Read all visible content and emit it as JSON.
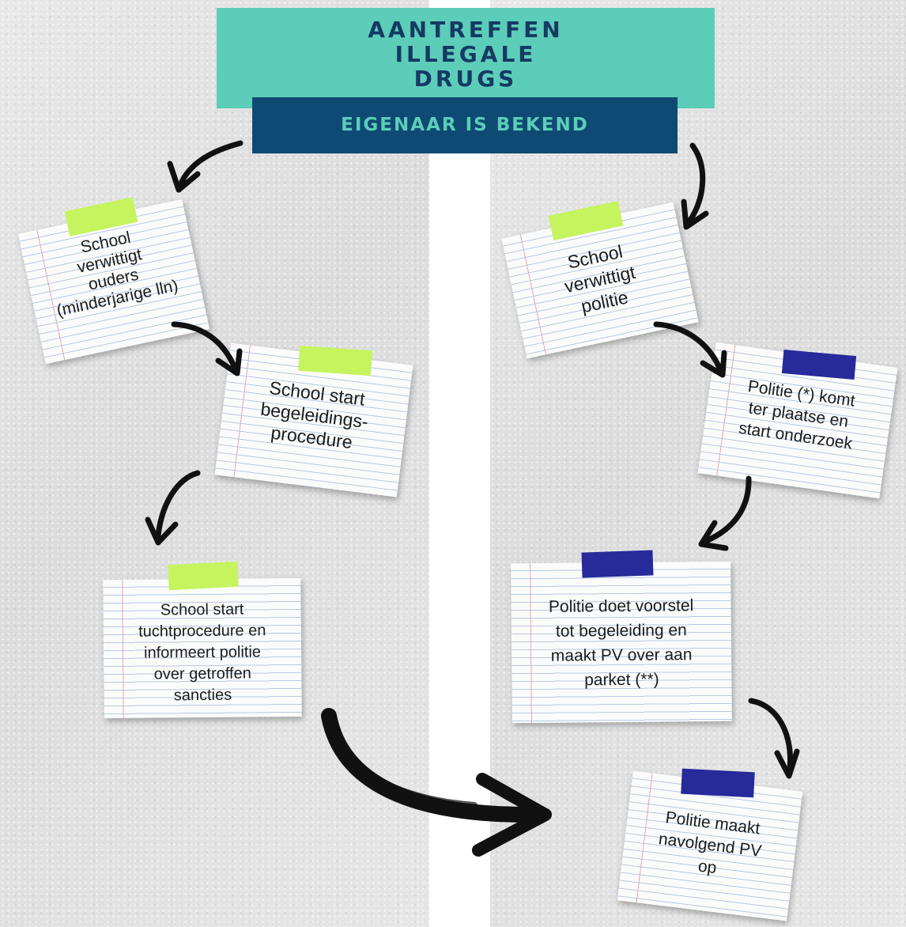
{
  "title": {
    "lines": [
      "AANTREFFEN",
      "ILLEGALE",
      "DRUGS"
    ]
  },
  "subtitle": "EIGENAAR IS BEKEND",
  "colors": {
    "title_bg": "#5ccdb9",
    "title_text": "#153a63",
    "subtitle_bg": "#0e4a73",
    "subtitle_text": "#5ccdb9",
    "tape_green": "#c5f45f",
    "tape_blue": "#262a9a",
    "arrow": "#111111"
  },
  "left_column": {
    "notes": [
      {
        "lines": [
          "School",
          "verwittigt",
          "ouders",
          "(minderjarige lln)"
        ],
        "tape": "green"
      },
      {
        "lines": [
          "School start",
          "begeleidings-",
          "procedure"
        ],
        "tape": "green"
      },
      {
        "lines": [
          "School start",
          "tuchtprocedure en",
          "informeert politie",
          "over getroffen",
          "sancties"
        ],
        "tape": "green"
      }
    ]
  },
  "right_column": {
    "notes": [
      {
        "lines": [
          "School",
          "verwittigt",
          "politie"
        ],
        "tape": "green"
      },
      {
        "lines": [
          "Politie (*) komt",
          "ter plaatse en",
          "start onderzoek"
        ],
        "tape": "blue"
      },
      {
        "lines": [
          "Politie doet voorstel",
          "tot begeleiding en",
          "maakt PV over aan",
          "parket (**)"
        ],
        "tape": "blue"
      },
      {
        "lines": [
          "Politie maakt",
          "navolgend PV",
          "op"
        ],
        "tape": "blue"
      }
    ]
  }
}
